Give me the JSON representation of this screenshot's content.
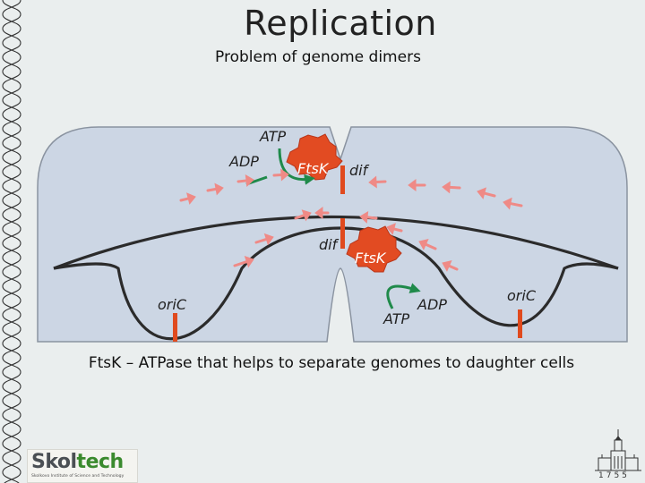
{
  "title": "Replication",
  "subtitle": "Problem of genome dimers",
  "labels": {
    "atp_top": "ATP",
    "adp_top": "ADP",
    "ftsk_top": "FtsK",
    "dif_top": "dif",
    "dif_bottom": "dif",
    "ftsk_bottom": "FtsK",
    "adp_bottom": "ADP",
    "atp_bottom": "ATP",
    "oric_left": "oriC",
    "oric_right": "oriC"
  },
  "caption": "FtsK – ATPase that helps to separate genomes to daughter cells",
  "logo": {
    "word_part1": "Skol",
    "word_part2": "tech",
    "tagline": "Skolkovo Institute of Science and Technology"
  },
  "crest_year": "1755",
  "colors": {
    "cell_fill": "#ccd6e4",
    "cell_stroke": "#8a93a0",
    "dna": "#2b2b2b",
    "marker": "#e04a1e",
    "arrow": "#ef8a86",
    "ftsk": "#e24b22",
    "atp_arrow": "#1f8a4a"
  },
  "icons": [
    "dna-helix-border",
    "university-crest-icon"
  ]
}
